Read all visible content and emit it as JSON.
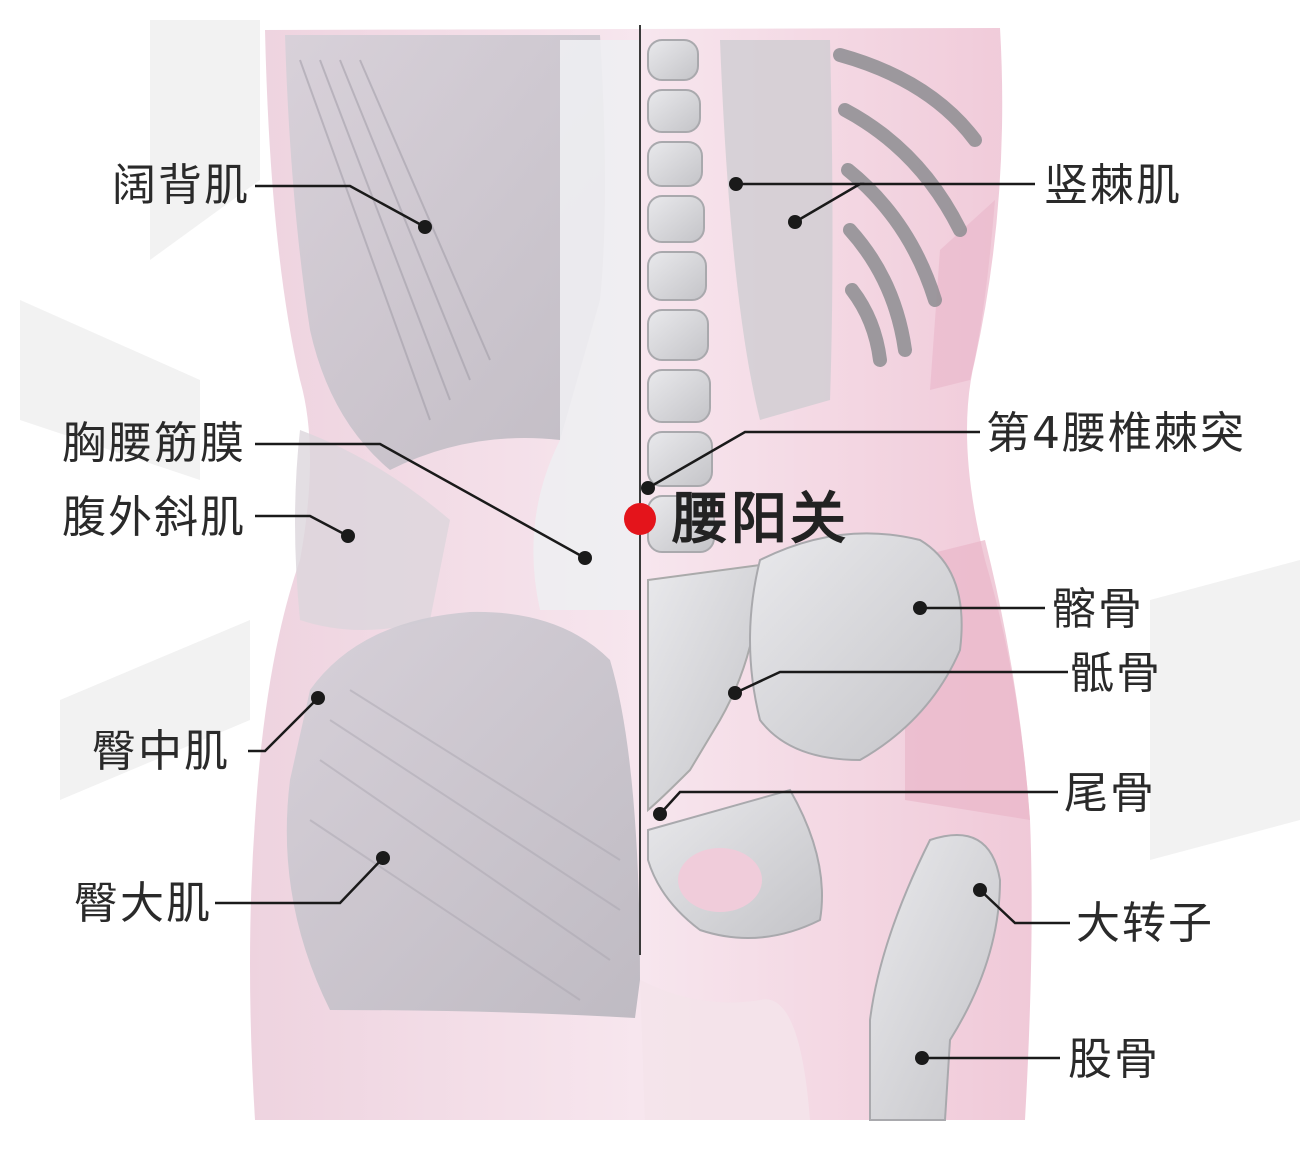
{
  "acupoint": {
    "name": "腰阳关",
    "color": "#e4141b"
  },
  "labels": {
    "latissimus": "阔背肌",
    "thoracolumbar_fascia": "胸腰筋膜",
    "external_oblique": "腹外斜肌",
    "gluteus_medius": "臀中肌",
    "gluteus_maximus": "臀大肌",
    "erector_spinae": "竖棘肌",
    "l4_spinous": "第4腰椎棘突",
    "ilium": "髂骨",
    "sacrum": "骶骨",
    "coccyx": "尾骨",
    "greater_trochanter": "大转子",
    "femur": "股骨"
  },
  "colors": {
    "skin": "#f6dce6",
    "bone": "#d9d9dc",
    "muscle": "#c9c6cc",
    "line": "#1a1a1a"
  }
}
